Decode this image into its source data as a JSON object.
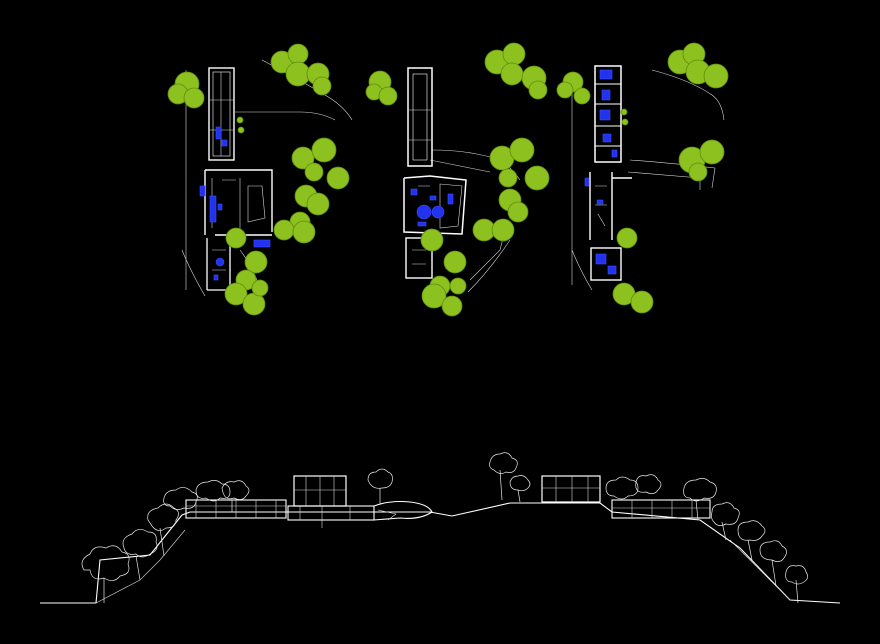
{
  "drawing": {
    "background": "#000000",
    "line_color": "#ffffff",
    "furniture_color": "#2233ee",
    "tree_color": "#8cc11f",
    "views": [
      {
        "id": "plan-level-1",
        "kind": "floor-plan"
      },
      {
        "id": "plan-level-2",
        "kind": "floor-plan"
      },
      {
        "id": "plan-level-3",
        "kind": "floor-plan"
      },
      {
        "id": "site-section",
        "kind": "section"
      }
    ]
  }
}
